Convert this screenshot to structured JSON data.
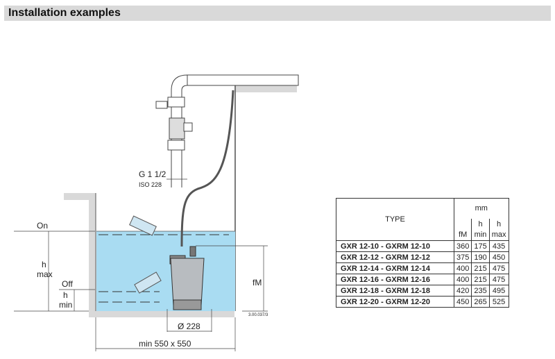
{
  "header": {
    "title": "Installation examples"
  },
  "drawing": {
    "pipe_thread": "G 1 1/2",
    "pipe_standard": "ISO 228",
    "on_label": "On",
    "off_label": "Off",
    "hmax_label_h": "h",
    "hmax_label": "max",
    "hmin_label_h": "h",
    "hmin_label": "min",
    "fm_label": "fM",
    "diameter": "Ø 228",
    "pit_size": "min 550 x 550",
    "ref_code": "3.00.037/3",
    "water_color": "#a9dcf2",
    "wall_color": "#d9d9d9"
  },
  "table": {
    "type_header": "TYPE",
    "unit_header": "mm",
    "col_fm": "fM",
    "col_hmin_h": "h",
    "col_hmin": "min",
    "col_hmax_h": "h",
    "col_hmax": "max",
    "rows": [
      {
        "type": "GXR 12-10 - GXRM 12-10",
        "fm": "360",
        "hmin": "175",
        "hmax": "435"
      },
      {
        "type": "GXR 12-12 - GXRM 12-12",
        "fm": "375",
        "hmin": "190",
        "hmax": "450"
      },
      {
        "type": "GXR 12-14 - GXRM 12-14",
        "fm": "400",
        "hmin": "215",
        "hmax": "475"
      },
      {
        "type": "GXR 12-16 - GXRM 12-16",
        "fm": "400",
        "hmin": "215",
        "hmax": "475"
      },
      {
        "type": "GXR 12-18 - GXRM 12-18",
        "fm": "420",
        "hmin": "235",
        "hmax": "495"
      },
      {
        "type": "GXR 12-20 - GXRM 12-20",
        "fm": "450",
        "hmin": "265",
        "hmax": "525"
      }
    ]
  }
}
